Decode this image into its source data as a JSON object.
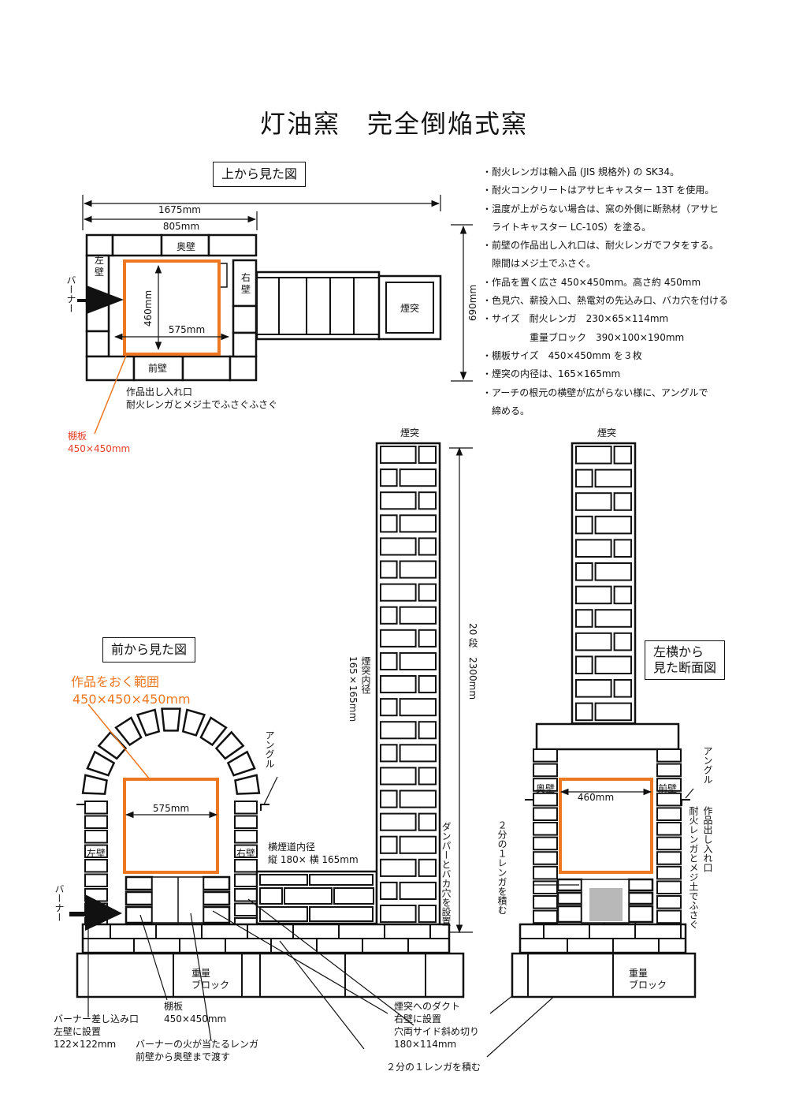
{
  "title": "灯油窯　完全倒焔式窯",
  "views": {
    "top": "上から見た図",
    "front": "前から見た図",
    "side_line1": "左横から",
    "side_line2": "見た断面図"
  },
  "notes": [
    "・耐火レンガは輸入品 (JIS 規格外) の SK34。",
    "・耐火コンクリートはアサヒキャスター 13T を使用。",
    "・温度が上がらない場合は、窯の外側に断熱材（アサヒ",
    "　ライトキャスター LC-10S）を塗る。",
    "・前壁の作品出し入れ口は、耐火レンガでフタをする。",
    "　隙間はメジ土でふさぐ。",
    "・作品を置く広さ 450×450mm。高さ約 450mm",
    "・色見穴、薪投入口、熱電対の先込み口、バカ穴を付ける",
    "・サイズ　耐火レンガ　230×65×114mm",
    "　　　　　重量ブロック　390×100×190mm",
    "・棚板サイズ　450×450mm を３枚",
    "・煙突の内径は、165×165mm",
    "・アーチの根元の横壁が広がらない様に、アングルで",
    "　締める。"
  ],
  "top_view": {
    "dim_total": "1675mm",
    "dim_body": "805mm",
    "dim_height": "690mm",
    "dim_inner_w": "575mm",
    "dim_inner_h": "460mm",
    "back_wall": "奥壁",
    "left_wall_1": "左",
    "left_wall_2": "壁",
    "right_wall_1": "右",
    "right_wall_2": "壁",
    "front_wall": "前壁",
    "chimney": "煙突",
    "burner": "バーナー",
    "door_1": "作品出し入れ口",
    "door_2": "耐火レンガとメジ土でふさぐふさぐ",
    "shelf_1": "棚板",
    "shelf_2": "450×450mm"
  },
  "front_view": {
    "area_1": "作品をおく範囲",
    "area_2": "450×450×450mm",
    "angle": "アングル",
    "inner_w": "575mm",
    "left_wall": "左壁",
    "right_wall": "右壁",
    "burner": "バーナー",
    "flue_1": "横煙道内径",
    "flue_2": "縦 180× 横 165mm",
    "chimney_top": "煙突",
    "chimney_inner_1": "煙突内径",
    "chimney_inner_2": "165×165mm",
    "height_dim": "20 段　2300mm",
    "damper": "ダンパーとバカ穴を設置",
    "block_1": "重量",
    "block_2": "ブロック",
    "burner_port_1": "バーナー差し込み口",
    "burner_port_2": "左壁に設置",
    "burner_port_3": "122×122mm",
    "shelf_1": "棚板",
    "shelf_2": "450×450mm",
    "flame_1": "バーナーの火が当たるレンガ",
    "flame_2": "前壁から奥壁まで渡す",
    "duct_1": "煙突へのダクト",
    "duct_2": "右壁に設置",
    "duct_3": "穴両サイド斜め切り",
    "duct_4": "180×114mm",
    "half_brick": "２分の１レンガを積む"
  },
  "side_view": {
    "chimney": "煙突",
    "angle": "アングル",
    "back_wall": "奥壁",
    "front_wall": "前壁",
    "inner_w": "460mm",
    "door": "作品出し入れ口",
    "door_2": "耐火レンガとメジ土でふさぐ",
    "half_brick": "２分の１レンガを積む",
    "block_1": "重量",
    "block_2": "ブロック"
  },
  "colors": {
    "orange": "#ee7722",
    "red_label": "#e8402a",
    "ink": "#111111"
  }
}
